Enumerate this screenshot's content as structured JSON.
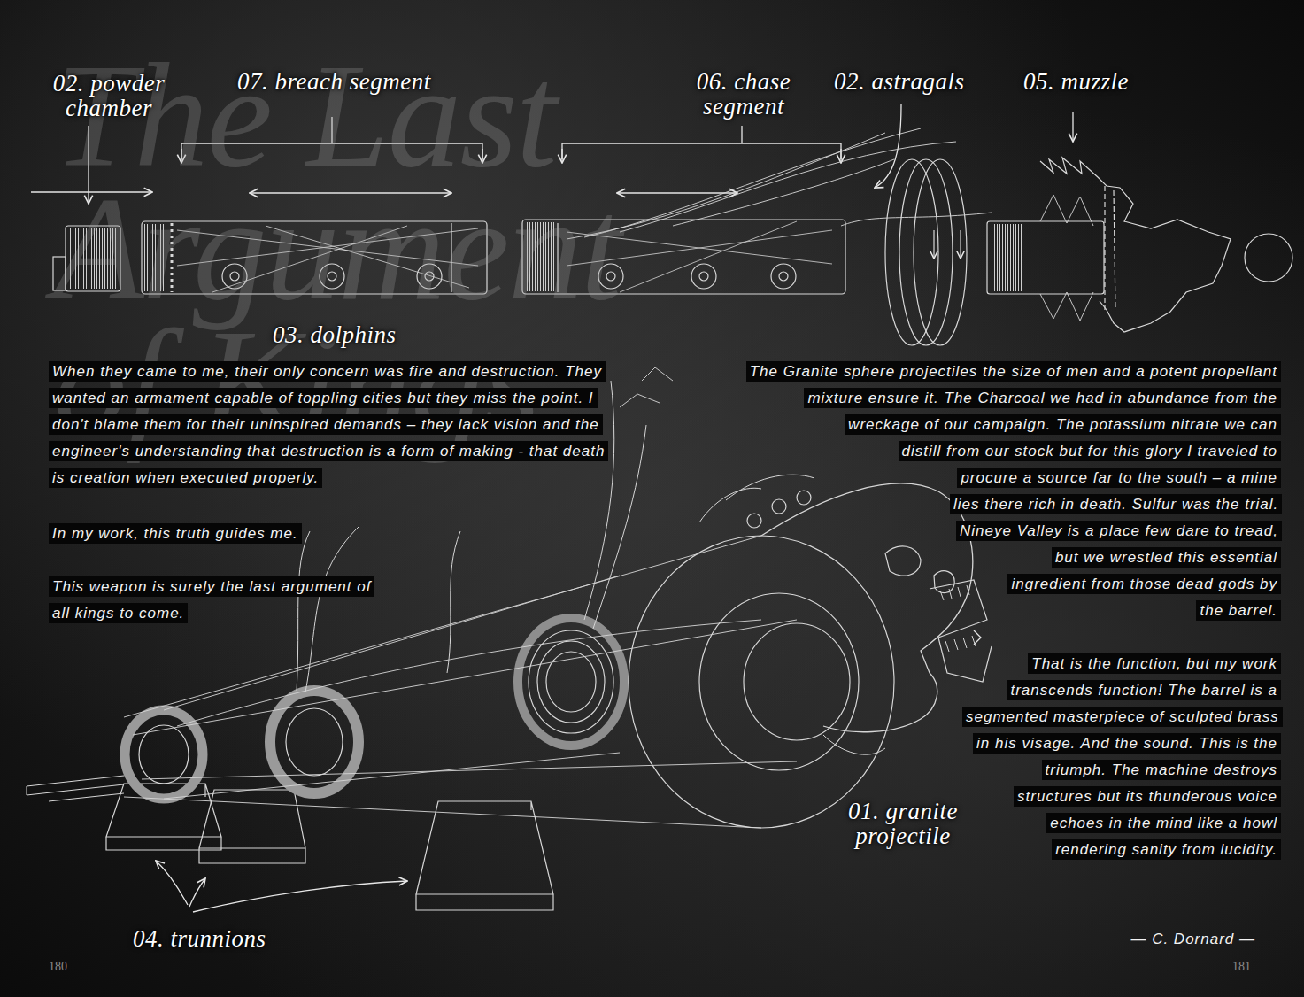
{
  "diagram": {
    "labels": [
      "The Last Argument of Kings",
      "02. powder chamber",
      "07. breach segment",
      "06. chase segment",
      "02. astragals",
      "05. muzzle",
      "03. dolphins",
      "When they came to me, their only concern was fire and destruction. They wanted an armament capable of toppling cities but they miss the point. I don't blame them for their uninspired demands – they lack vision and the engineer's understanding that destruction is a form of making - that death is creation when executed properly.",
      "In my work, this truth guides me.",
      "This weapon is surely the last argument of all kings to come.",
      "The Granite sphere projectiles the size of men and a potent propellant mixture ensure it. The Charcoal we had in abundance from the wreckage of our campaign. The potassium nitrate we can distill from our stock but for this glory I traveled to procure a source far to the south – a mine lies there rich in death. Sulfur was the trial. Nineye Valley is a place few dare to tread, but we wrestled this essential ingredient from those dead gods by the barrel.",
      "That is the function, but my work transcends function! The barrel is a segmented masterpiece of sculpted brass in his visage. And the sound. This is the triumph. The machine destroys structures but its thunderous voice echoes in the mind like a howl rendering sanity from lucidity.",
      "01. granite projectile",
      "04. trunnions",
      "— C. Dornard —",
      "180",
      "181"
    ]
  }
}
